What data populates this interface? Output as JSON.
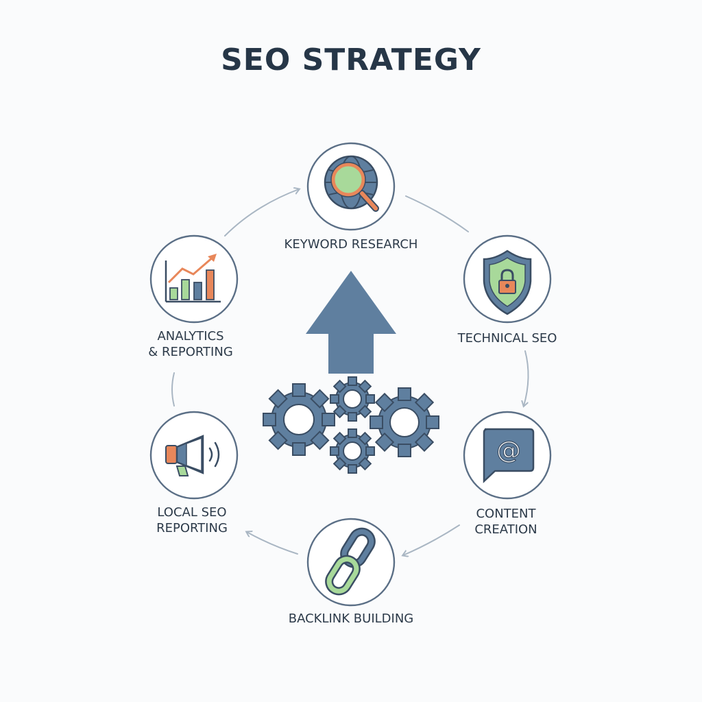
{
  "title": "SEO STRATEGY",
  "colors": {
    "primary": "#5f7f9f",
    "outline": "#3a4d63",
    "green": "#a8d99a",
    "orange": "#e8875a",
    "arrow": "#a9b6c3",
    "circle_stroke": "#5b6f86"
  },
  "nodes": [
    {
      "id": "keyword-research",
      "lines": [
        "KEYWORD RESEARCH"
      ],
      "icon": "magnifier-globe-icon"
    },
    {
      "id": "technical-seo",
      "lines": [
        "TECHNICAL SEO"
      ],
      "icon": "shield-lock-icon"
    },
    {
      "id": "content-creation",
      "lines": [
        "CONTENT",
        "CREATION"
      ],
      "icon": "at-sign-chat-icon"
    },
    {
      "id": "backlink-building",
      "lines": [
        "BACKLINK BUILDING"
      ],
      "icon": "chain-link-icon"
    },
    {
      "id": "local-seo-reporting",
      "lines": [
        "LOCAL SEO",
        "REPORTING"
      ],
      "icon": "megaphone-icon"
    },
    {
      "id": "analytics-reporting",
      "lines": [
        "ANALYTICS",
        "& REPORTING"
      ],
      "icon": "bar-chart-trend-icon"
    }
  ],
  "center": {
    "icons": [
      "up-arrow-icon",
      "gears-icon"
    ]
  }
}
